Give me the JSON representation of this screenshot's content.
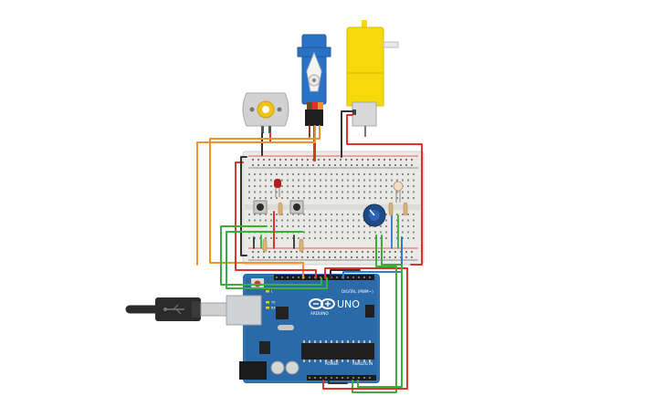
{
  "arduino": {
    "model": "UNO",
    "brand": "ARDUINO",
    "digital_label": "DIGITAL (PWM~)",
    "power_label": "POWER",
    "analog_label": "ANALOG IN",
    "led_tx": "TX",
    "led_rx": "RX",
    "led_l": "L"
  },
  "colors": {
    "board": "#2b6aa8",
    "board_dark": "#1f4f82",
    "breadboard": "#e9e9e6",
    "wire_red": "#e0322c",
    "wire_black": "#333333",
    "wire_green": "#3cae3c",
    "wire_orange": "#f0922e",
    "wire_blue": "#2e7bd6",
    "motor_yellow": "#f5d90a",
    "servo_blue": "#2a72c6"
  },
  "components": [
    {
      "name": "dc-motor",
      "icon": "dc-motor-icon"
    },
    {
      "name": "servo",
      "icon": "servo-icon"
    },
    {
      "name": "gear-motor",
      "icon": "gear-motor-icon"
    },
    {
      "name": "red-led",
      "icon": "led-icon"
    },
    {
      "name": "pushbutton-1",
      "icon": "pushbutton-icon"
    },
    {
      "name": "pushbutton-2",
      "icon": "pushbutton-icon"
    },
    {
      "name": "potentiometer",
      "icon": "potentiometer-icon"
    },
    {
      "name": "photoresistor",
      "icon": "photoresistor-icon"
    },
    {
      "name": "usb-cable",
      "icon": "usb-icon"
    }
  ]
}
